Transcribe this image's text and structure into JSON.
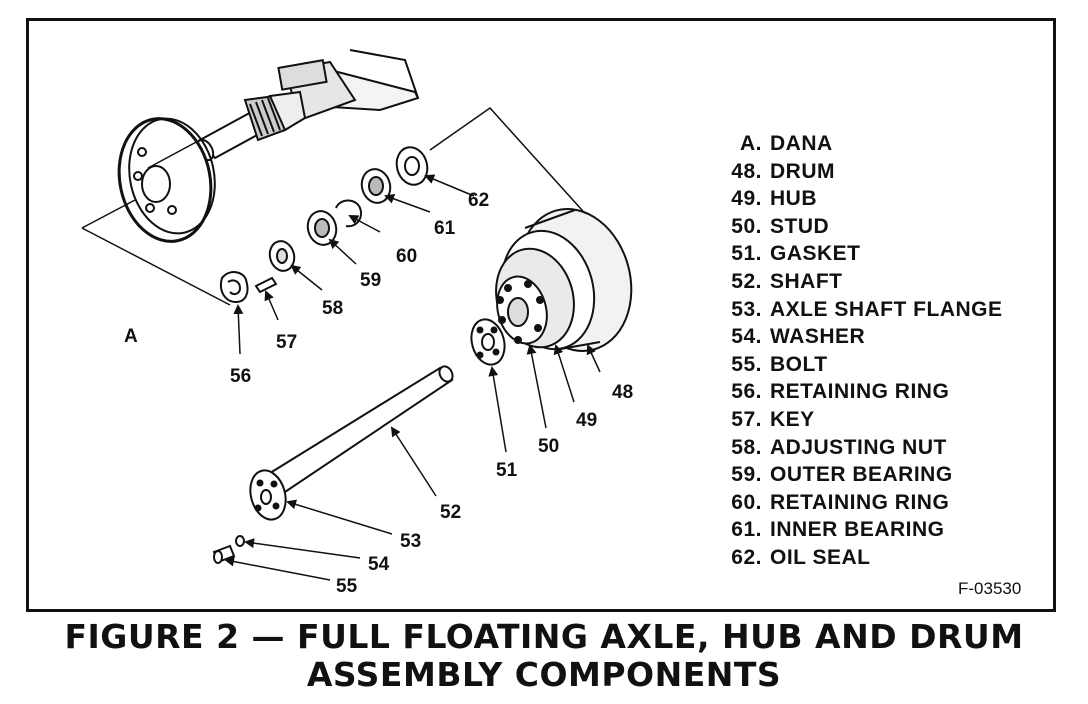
{
  "legend": [
    {
      "num": "A.",
      "label": "DANA"
    },
    {
      "num": "48.",
      "label": "DRUM"
    },
    {
      "num": "49.",
      "label": "HUB"
    },
    {
      "num": "50.",
      "label": "STUD"
    },
    {
      "num": "51.",
      "label": "GASKET"
    },
    {
      "num": "52.",
      "label": "SHAFT"
    },
    {
      "num": "53.",
      "label": "AXLE SHAFT FLANGE"
    },
    {
      "num": "54.",
      "label": "WASHER"
    },
    {
      "num": "55.",
      "label": "BOLT"
    },
    {
      "num": "56.",
      "label": "RETAINING RING"
    },
    {
      "num": "57.",
      "label": "KEY"
    },
    {
      "num": "58.",
      "label": "ADJUSTING NUT"
    },
    {
      "num": "59.",
      "label": "OUTER BEARING"
    },
    {
      "num": "60.",
      "label": "RETAINING RING"
    },
    {
      "num": "61.",
      "label": "INNER BEARING"
    },
    {
      "num": "62.",
      "label": "OIL SEAL"
    }
  ],
  "part_labels": {
    "A": "A",
    "p48": "48",
    "p49": "49",
    "p50": "50",
    "p51": "51",
    "p52": "52",
    "p53": "53",
    "p54": "54",
    "p55": "55",
    "p56": "56",
    "p57": "57",
    "p58": "58",
    "p59": "59",
    "p60": "60",
    "p61": "61",
    "p62": "62"
  },
  "figure_number": "F-03530",
  "caption": {
    "line1": "FIGURE 2 — FULL FLOATING AXLE, HUB AND DRUM",
    "line2": "ASSEMBLY COMPONENTS"
  }
}
